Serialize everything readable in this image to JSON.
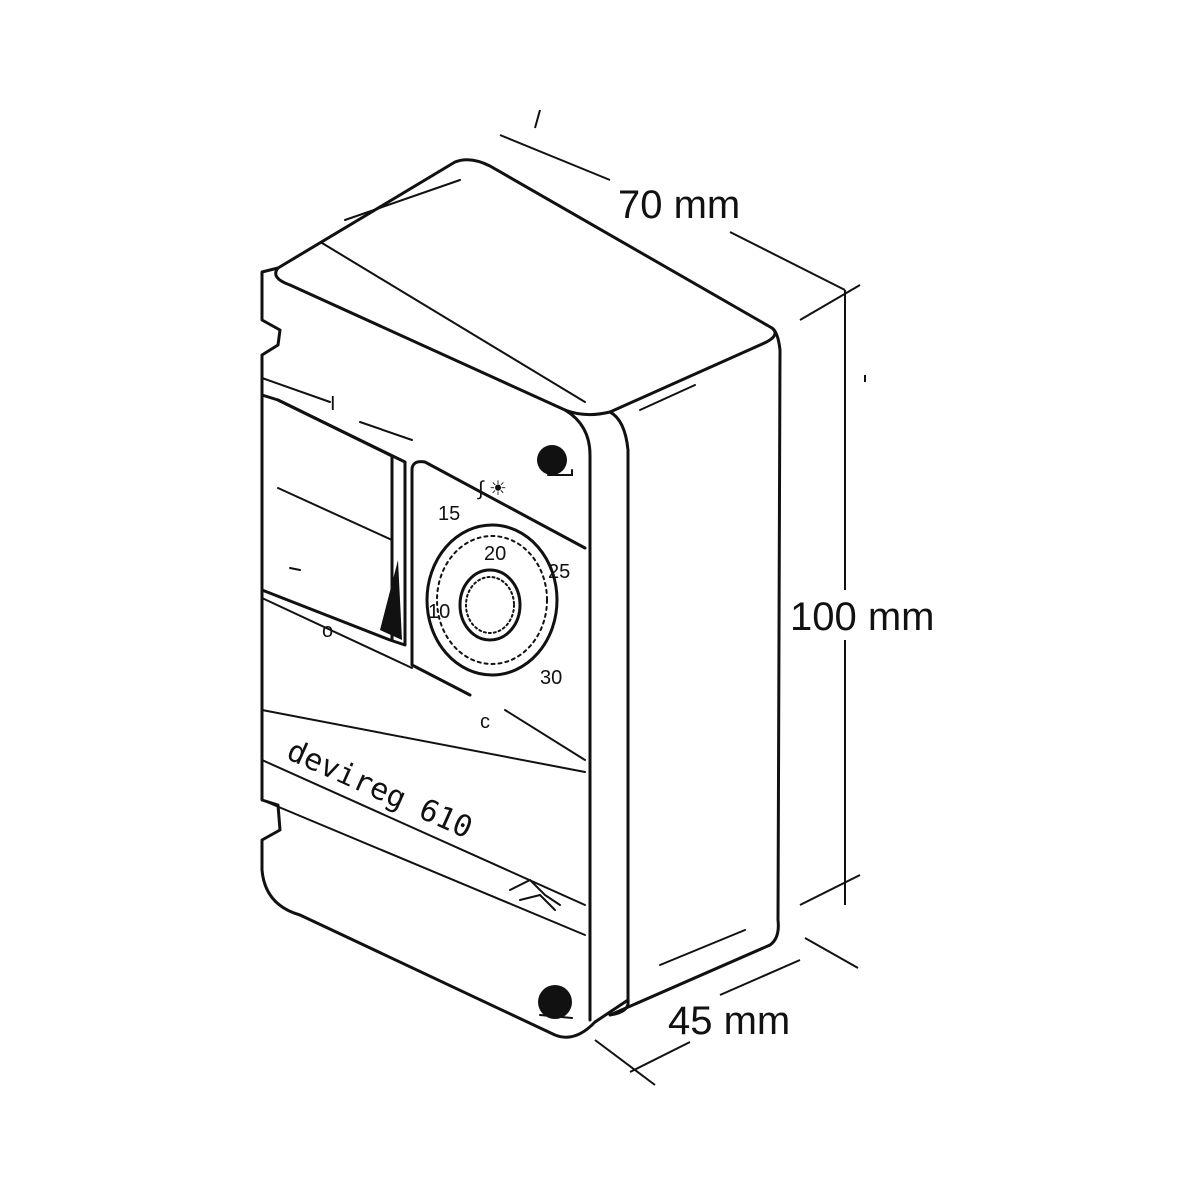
{
  "dimensions": {
    "width": "70 mm",
    "height": "100 mm",
    "depth": "45 mm"
  },
  "device": {
    "brand_label": "devireg 610",
    "switch_marks": {
      "top": "I",
      "bottom": "o"
    },
    "panel_marks": {
      "top": "∫ ☀",
      "bottom": "c"
    },
    "dial_ticks": [
      "10",
      "15",
      "20",
      "25",
      "30"
    ]
  },
  "colors": {
    "line": "#111111",
    "background": "#ffffff"
  }
}
